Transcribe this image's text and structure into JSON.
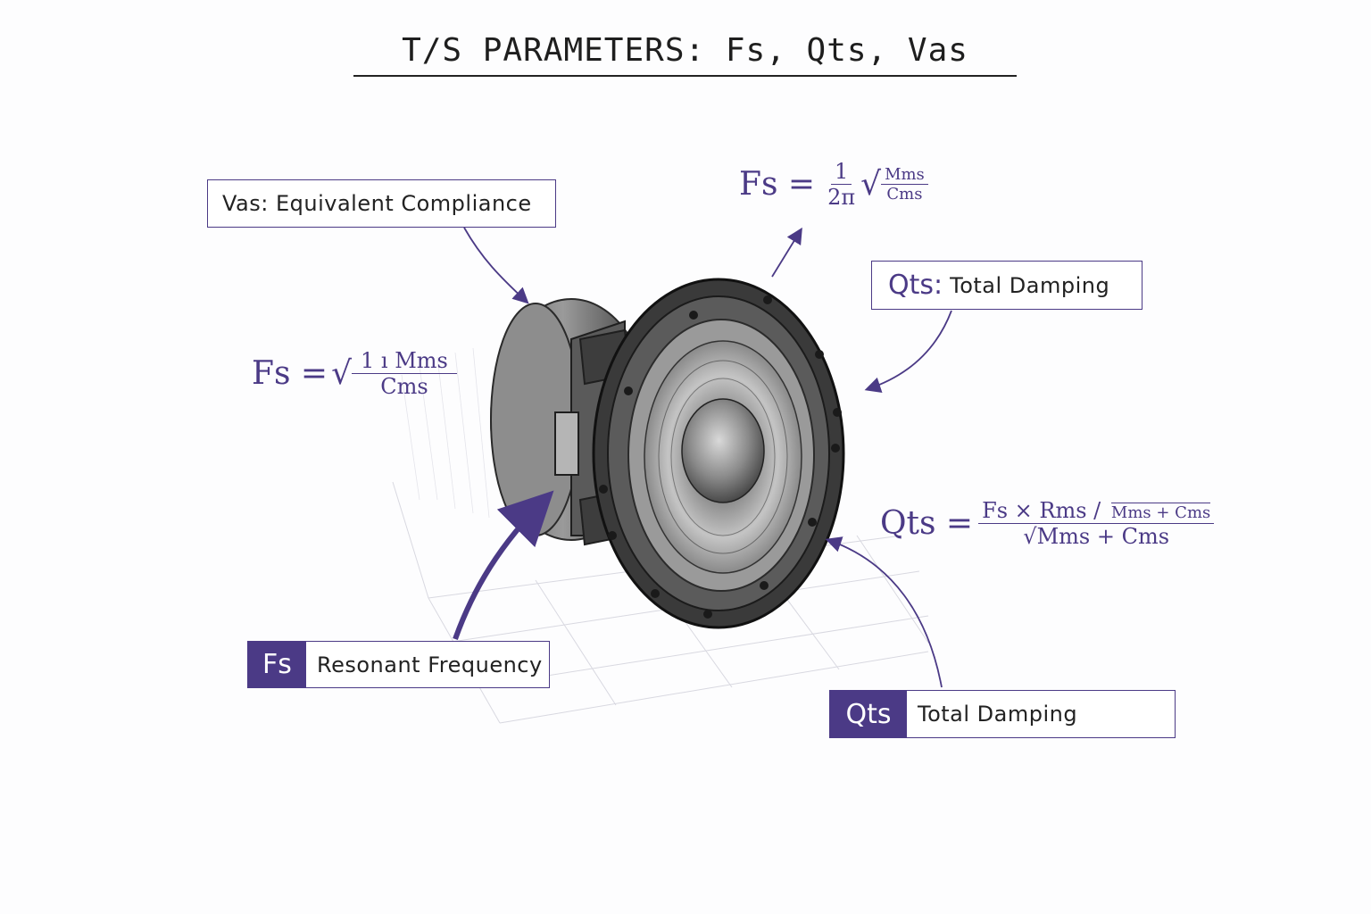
{
  "title": "T/S PARAMETERS: Fs, Qts, Vas",
  "colors": {
    "accent": "#4b3a86",
    "ink": "#222222",
    "background": "#fdfdfe"
  },
  "labels": {
    "vas": {
      "text": "Vas: Equivalent Compliance"
    },
    "qts_top": {
      "symbol": "Qts:",
      "text": "Total Damping"
    },
    "fs_tag": {
      "symbol": "Fs",
      "text": "Resonant Frequency"
    },
    "qts_tag": {
      "symbol": "Qts",
      "text": "Total Damping"
    }
  },
  "formulas": {
    "fs_top": {
      "lhs": "Fs =",
      "frac_num": "1",
      "frac_den": "2π",
      "root_num": "Mms",
      "root_den": "Cms"
    },
    "fs_left": {
      "lhs": "Fs =",
      "root_num": "1 ı Mms",
      "root_den": "Cms"
    },
    "qts_right": {
      "lhs": "Qts =",
      "num": "Fs × Rms /",
      "num_root": "Mms + Cms",
      "den": "√Mms + Cms"
    }
  },
  "icons": [
    "loudspeaker-driver-illustration"
  ]
}
